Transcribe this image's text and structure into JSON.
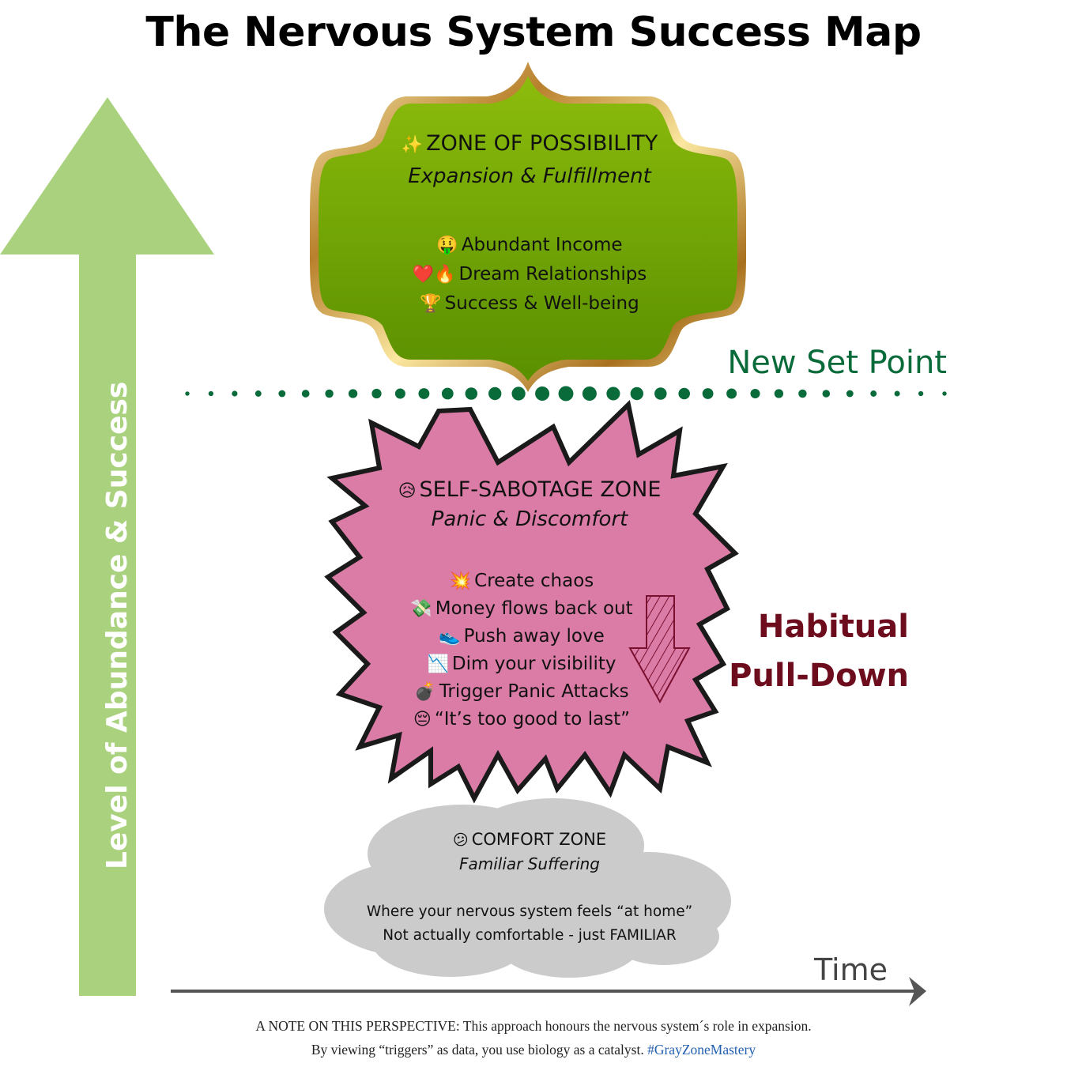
{
  "title": "The Nervous System Success Map",
  "axes": {
    "y_label": "Level of Abundance & Success",
    "x_label": "Time"
  },
  "colors": {
    "axis_arrow": "#aad27e",
    "possibility_fill_top": "#86b60a",
    "possibility_fill_bottom": "#5d9200",
    "possibility_border": "#c8962e",
    "sabotage_fill": "#db7ca6",
    "sabotage_border": "#1a1a1a",
    "comfort_fill": "#cbcbcb",
    "set_point": "#0a6b3a",
    "pull_down": "#6d0c1d",
    "time_axis": "#555555",
    "hashtag": "#2060b0"
  },
  "zones": {
    "possibility": {
      "icon": "✨",
      "title": "ZONE OF POSSIBILITY",
      "subtitle": "Expansion & Fulfillment",
      "items": [
        {
          "icon": "🤑",
          "text": "Abundant Income"
        },
        {
          "icon": "❤️🔥",
          "text": "Dream Relationships"
        },
        {
          "icon": "🏆",
          "text": "Success & Well-being"
        }
      ]
    },
    "sabotage": {
      "icon": "😥",
      "title": "SELF-SABOTAGE ZONE",
      "subtitle": "Panic & Discomfort",
      "items": [
        {
          "icon": "💥",
          "text": "Create chaos"
        },
        {
          "icon": "💸",
          "text": "Money flows back out"
        },
        {
          "icon": "👟",
          "text": "Push away love"
        },
        {
          "icon": "📉",
          "text": "Dim your visibility"
        },
        {
          "icon": "💣",
          "text": "Trigger Panic Attacks"
        },
        {
          "icon": "😔",
          "text": "“It’s too good to last”"
        }
      ]
    },
    "comfort": {
      "icon": "😕",
      "title": "COMFORT ZONE",
      "subtitle": "Familiar Suffering",
      "lines": [
        "Where your nervous system feels “at home”",
        "Not actually comfortable - just FAMILIAR"
      ]
    }
  },
  "set_point_label": "New Set Point",
  "pull_down_label": [
    "Habitual",
    "Pull-Down"
  ],
  "footer": {
    "line1": "A NOTE ON THIS PERSPECTIVE: This approach honours the nervous system´s role in expansion.",
    "line2": "By viewing “triggers” as data, you use biology as a catalyst.",
    "hashtag": "#GrayZoneMastery"
  }
}
